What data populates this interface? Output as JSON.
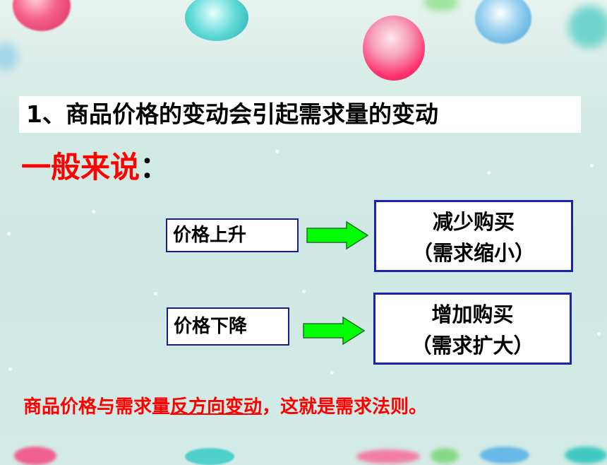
{
  "slide": {
    "title": "1、商品价格的变动会引起需求量的变动",
    "heading": "一般来说",
    "heading_colon": "：",
    "rows": [
      {
        "cause": "价格上升",
        "effect_line1": "减少购买",
        "effect_line2": "（需求缩小）"
      },
      {
        "cause": "价格下降",
        "effect_line1": "增加购买",
        "effect_line2": "（需求扩大）"
      }
    ],
    "rule": {
      "prefix": "商品价格与需求量",
      "underlined": "反方向变动",
      "suffix": "，这就是需求法则。"
    }
  },
  "colors": {
    "title_text": "#000000",
    "heading_text": "#ff0000",
    "rule_text": "#ff0000",
    "box_border": "#1a22b0",
    "arrow_fill": "#00ff00",
    "background": "#d2eae5"
  }
}
